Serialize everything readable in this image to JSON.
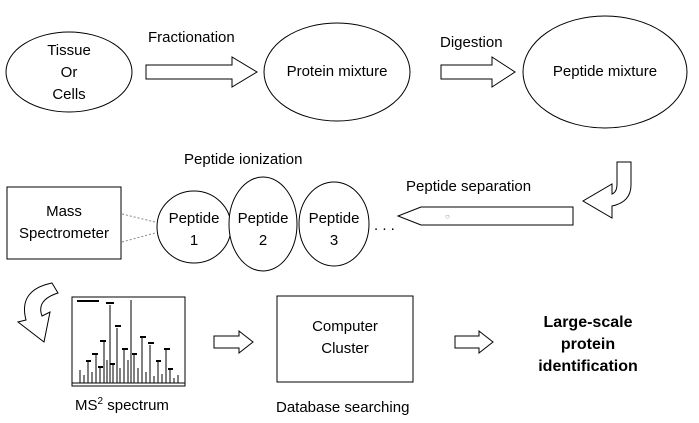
{
  "nodes": {
    "tissue": [
      "Tissue",
      "Or",
      "Cells"
    ],
    "protein_mixture": "Protein mixture",
    "peptide_mixture": "Peptide mixture",
    "mass_spectrometer": [
      "Mass",
      "Spectrometer"
    ],
    "peptide1": [
      "Peptide",
      "1"
    ],
    "peptide2": [
      "Peptide",
      "2"
    ],
    "peptide3": [
      "Peptide",
      "3"
    ],
    "ellipsis": ". . .",
    "computer_cluster": [
      "Computer",
      "Cluster"
    ],
    "result": [
      "Large-scale",
      "protein",
      "identification"
    ]
  },
  "labels": {
    "fractionation": "Fractionation",
    "digestion": "Digestion",
    "peptide_ionization": "Peptide ionization",
    "peptide_separation": "Peptide separation",
    "ms2_prefix": "MS",
    "ms2_sup": "2",
    "ms2_suffix": " spectrum",
    "database_searching": "Database searching"
  }
}
